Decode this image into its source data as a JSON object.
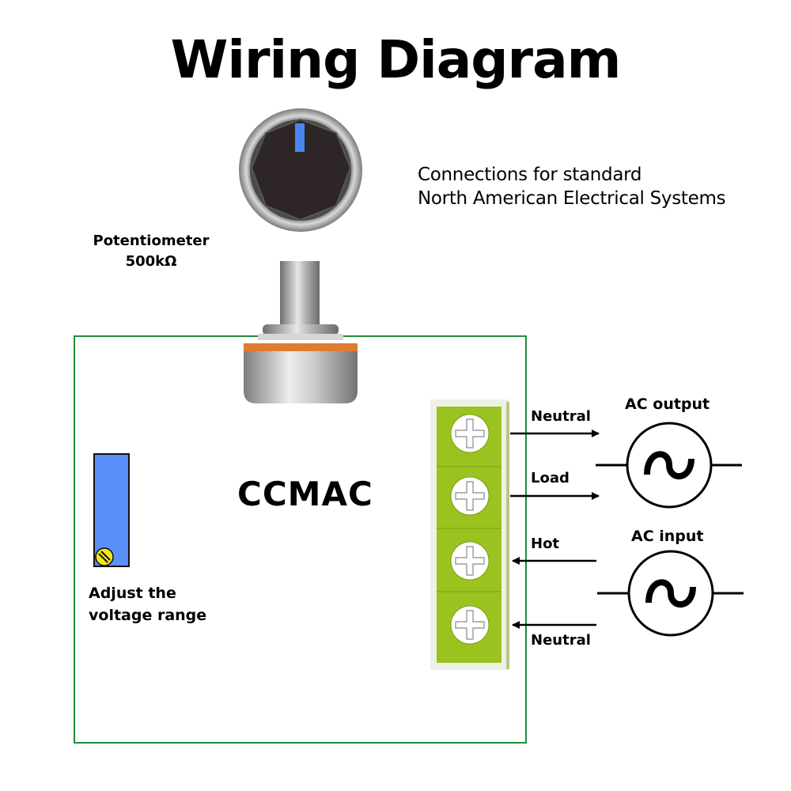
{
  "title": "Wiring Diagram",
  "subtitle": {
    "line1": "Connections for standard",
    "line2": "North American Electrical Systems"
  },
  "potentiometer": {
    "label": "Potentiometer",
    "value": "500kΩ"
  },
  "board": {
    "name": "CCMAC",
    "trimmer_label_line1": "Adjust the",
    "trimmer_label_line2": "voltage range"
  },
  "terminals": [
    {
      "label": "Neutral",
      "direction": "out"
    },
    {
      "label": "Load",
      "direction": "out"
    },
    {
      "label": "Hot",
      "direction": "in"
    },
    {
      "label": "Neutral",
      "direction": "in"
    }
  ],
  "sources": {
    "output_label": "AC output",
    "input_label": "AC input"
  },
  "colors": {
    "board_border": "#1f8f3a",
    "terminal_green": "#9bc31f",
    "trimmer_blue": "#5b8ff9",
    "trimmer_screw": "#f2e51b",
    "knob_indicator": "#4a86f2",
    "pot_ring": "#e07b30"
  }
}
